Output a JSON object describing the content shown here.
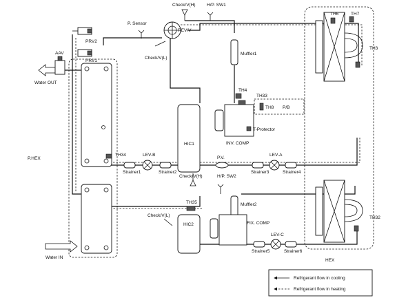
{
  "labels": {
    "check_vh_top": "Check/V(H)",
    "hp_sw1": "H/P. SW1",
    "p_sensor": "P. Sensor",
    "rev_v": "REV/V",
    "prv2": "PRV2",
    "prv1": "PRV1",
    "aav": "AAV",
    "check_vl_top": "Check/V(L)",
    "muffler1": "Muffler1",
    "water_out": "Water OUT",
    "th4": "TH4",
    "th33": "TH33",
    "th8": "TH8",
    "pb": "P/B",
    "t_protector": "T-Protector",
    "inv_comp": "INV. COMP",
    "hic1": "HIC1",
    "p_hex": "P.HEX",
    "th34": "TH34",
    "lev_b": "LEV-B",
    "strainer1": "Strainer1",
    "strainer2": "Strainer2",
    "pv": "P.V.",
    "lev_a": "LEV-A",
    "strainer3": "Strainer3",
    "strainer4": "Strainer4",
    "check_vh_mid": "Check/V(H)",
    "hp_sw2": "H/P. SW2",
    "th35": "TH35",
    "muffler2": "Muffler2",
    "check_vl_low": "Check/V(L)",
    "hic2": "HIC2",
    "fix_comp": "FIX. COMP",
    "lev_c": "LEV-C",
    "strainer5": "Strainer5",
    "strainer6": "Strainer6",
    "water_in": "Water IN",
    "th6": "TH6",
    "th7": "TH7",
    "th3": "TH3",
    "th32": "TH32",
    "hex": "HEX"
  },
  "legend": {
    "cooling": "Refrigerant flow in cooling",
    "heating": "Refrigerant flow in heating"
  }
}
